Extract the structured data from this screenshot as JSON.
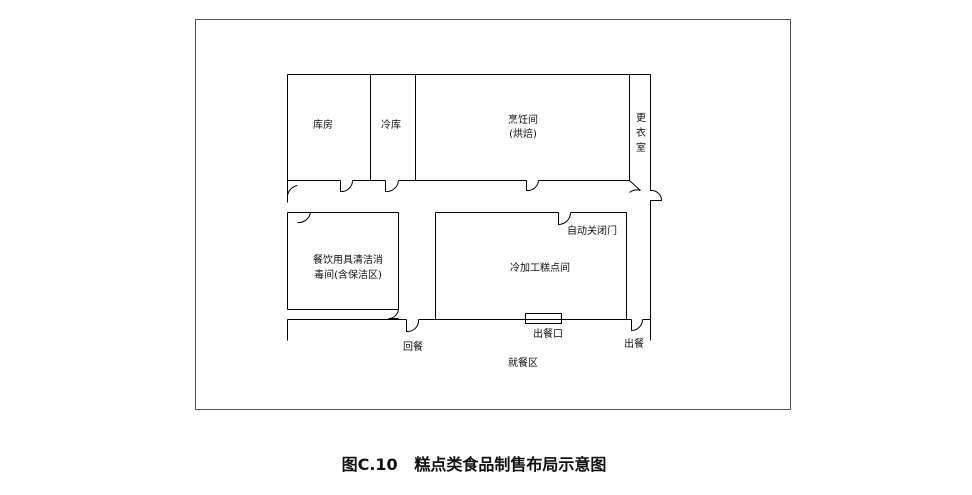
{
  "rooms": {
    "storage": "库房",
    "cold_storage": "冷库",
    "cooking": "烹饪间",
    "cooking_sub": "(烘焙)",
    "changing_1": "更",
    "changing_2": "衣",
    "changing_3": "室",
    "cleaning_1": "餐饮用具清洁消",
    "cleaning_2": "毒间(含保洁区)",
    "cold_processing": "冷加工糕点间"
  },
  "labels": {
    "auto_door": "自动关闭门",
    "serving_window": "出餐口",
    "return": "回餐",
    "dining_area": "就餐区",
    "serving_out": "出餐"
  },
  "caption": "图C.10   糕点类食品制售布局示意图"
}
